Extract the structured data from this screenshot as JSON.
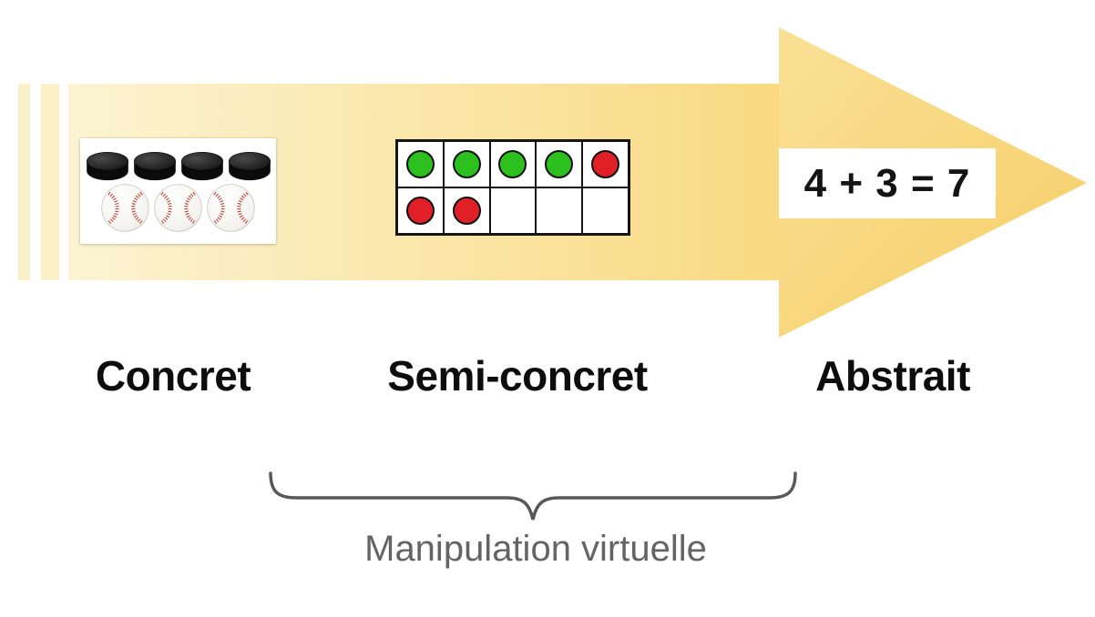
{
  "diagram": {
    "title_visible": false,
    "stages": [
      {
        "id": "concret",
        "label": "Concret"
      },
      {
        "id": "semi-concret",
        "label": "Semi-concret"
      },
      {
        "id": "abstrait",
        "label": "Abstrait"
      }
    ],
    "equation": "4 + 3 = 7",
    "brace_label": "Manipulation virtuelle"
  },
  "concrete_objects": {
    "hockey_pucks": 4,
    "baseballs": 3
  },
  "ten_frame": {
    "rows": 2,
    "columns": 5,
    "cells": [
      [
        "green",
        "green",
        "green",
        "green",
        "red"
      ],
      [
        "red",
        "red",
        null,
        null,
        null
      ]
    ],
    "green_count": 4,
    "red_count": 3
  },
  "colors": {
    "arrow_cream": "#FAF0C8",
    "arrow_gold": "#F9DA81",
    "arrow_head_light": "#FAE096",
    "arrow_head_deep": "#F5CE66",
    "dot_green": "#2CC01E",
    "dot_red": "#E02026",
    "label_text": "#0D0D0D",
    "gray_text": "#646464",
    "brace": "#58585A"
  }
}
